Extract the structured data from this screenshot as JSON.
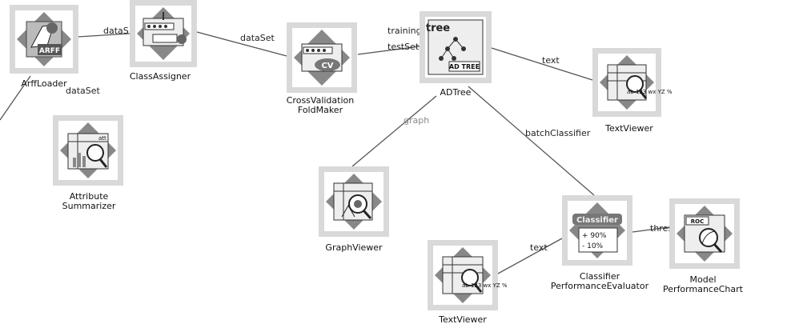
{
  "nodes": {
    "arffloader": {
      "label": "ArffLoader",
      "icon_text": "ARFF"
    },
    "classassigner": {
      "label": "ClassAssigner"
    },
    "crossval": {
      "label": "CrossValidation\nFoldMaker",
      "icon_text": "CV"
    },
    "adtree": {
      "label": "ADTree",
      "icon_text_top": "tree",
      "icon_text_bottom": "AD TREE"
    },
    "textviewer1": {
      "label": "TextViewer",
      "icon_text": "ab 123 wx YZ %"
    },
    "attrsum": {
      "label": "Attribute\nSummarizer",
      "icon_text": "att"
    },
    "graphviewer": {
      "label": "GraphViewer"
    },
    "cpe": {
      "label": "Classifier\nPerformanceEvaluator",
      "icon_text_top": "Classifier",
      "icon_plus": "+ 90%",
      "icon_minus": "- 10%"
    },
    "mpc": {
      "label": "Model\nPerformanceChart",
      "icon_text": "ROC"
    },
    "textviewer2": {
      "label": "TextViewer",
      "icon_text": "ab 123 wx YZ %"
    }
  },
  "edges": [
    {
      "from": "arffloader",
      "to": "classassigner",
      "label": "dataS"
    },
    {
      "from": "arffloader",
      "to": "attrsum",
      "label": "dataSet"
    },
    {
      "from": "classassigner",
      "to": "crossval",
      "label": "dataSet"
    },
    {
      "from": "crossval",
      "to": "adtree",
      "label": "training"
    },
    {
      "from": "crossval",
      "to": "adtree",
      "label": "testSet"
    },
    {
      "from": "adtree",
      "to": "textviewer1",
      "label": "text"
    },
    {
      "from": "adtree",
      "to": "graphviewer",
      "label": "graph"
    },
    {
      "from": "adtree",
      "to": "cpe",
      "label": "batchClassifier"
    },
    {
      "from": "cpe",
      "to": "textviewer2",
      "label": "text"
    },
    {
      "from": "cpe",
      "to": "mpc",
      "label": "thres"
    }
  ]
}
